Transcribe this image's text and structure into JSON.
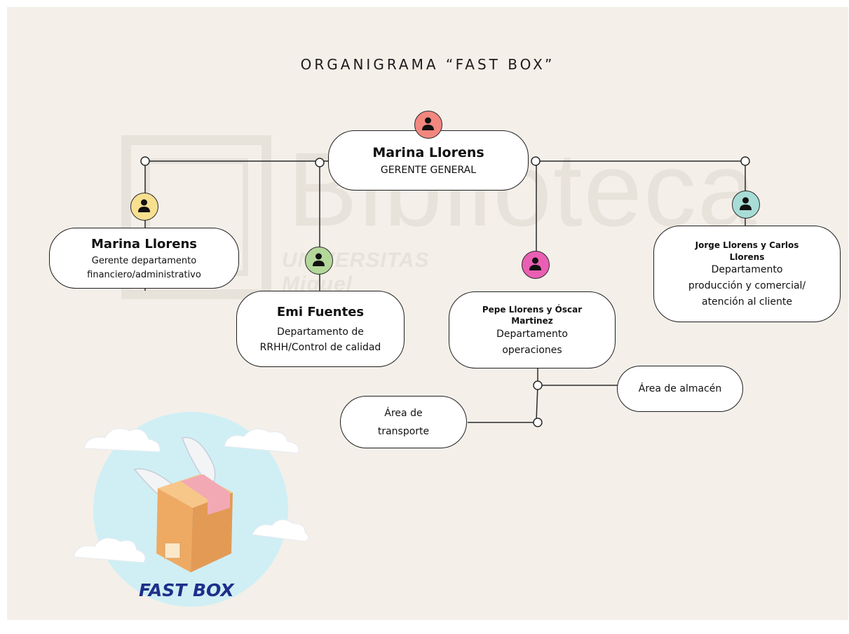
{
  "title": "ORGANIGRAMA “FAST BOX”",
  "watermark": {
    "text_main": "Biblioteca",
    "text_sub": "UNIVERSITAS Miguel Hernández"
  },
  "colors": {
    "background": "#f4efe9",
    "avatar_general": "#f2877f",
    "avatar_finance": "#f7e08f",
    "avatar_hr": "#b3d89a",
    "avatar_operations": "#ea5fb3",
    "avatar_production": "#a8dcd6",
    "logo_circle": "#cfeff5",
    "logo_text": "#1e2f8a"
  },
  "nodes": {
    "general": {
      "name": "Marina Llorens",
      "role": "GERENTE GENERAL",
      "icon": "person-icon"
    },
    "finance": {
      "name": "Marina Llorens",
      "role_line1": "Gerente departamento",
      "role_line2": "financiero/administrativo",
      "icon": "person-icon"
    },
    "hr": {
      "name": "Emi Fuentes",
      "role_line1": "Departamento de",
      "role_line2": "RRHH/Control de calidad",
      "icon": "person-icon"
    },
    "operations": {
      "name_line1": "Pepe Llorens y Óscar",
      "name_line2": "Martinez",
      "role_line1": "Departamento",
      "role_line2": "operaciones",
      "icon": "person-icon"
    },
    "production": {
      "name_line1": "Jorge Llorens y Carlos",
      "name_line2": "Llorens",
      "role_line1": "Departamento",
      "role_line2": "producción y comercial/",
      "role_line3": "atención al cliente",
      "icon": "person-icon"
    },
    "warehouse": {
      "label": "Área de almacén"
    },
    "transport": {
      "label_line1": "Área de",
      "label_line2": "transporte"
    }
  },
  "logo": {
    "text": "FAST BOX",
    "icon": "winged-box-icon"
  }
}
